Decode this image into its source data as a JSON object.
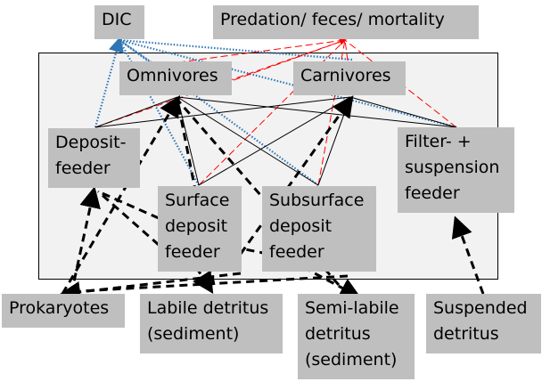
{
  "nodes": {
    "dic": "DIC",
    "predation": "Predation/ feces/ mortality",
    "omnivores": "Omnivores",
    "carnivores": "Carnivores",
    "deposit_feeder": "Deposit-\nfeeder",
    "filter_feeder": "Filter- +\nsuspension\nfeeder",
    "surface_deposit": "Surface\ndeposit\nfeeder",
    "subsurface_deposit": "Subsurface\ndeposit\nfeeder",
    "prokaryotes": "Prokaryotes",
    "labile_detritus": "Labile detritus\n(sediment)",
    "semilabile_detritus": "Semi-labile\ndetritus\n(sediment)",
    "suspended_detritus": "Suspended\ndetritus"
  },
  "colors": {
    "box": "#bfbfbf",
    "frame": "#f2f2f2",
    "respiration": "#2e75b6",
    "mortality": "#ff0000",
    "feeding": "#000000"
  }
}
